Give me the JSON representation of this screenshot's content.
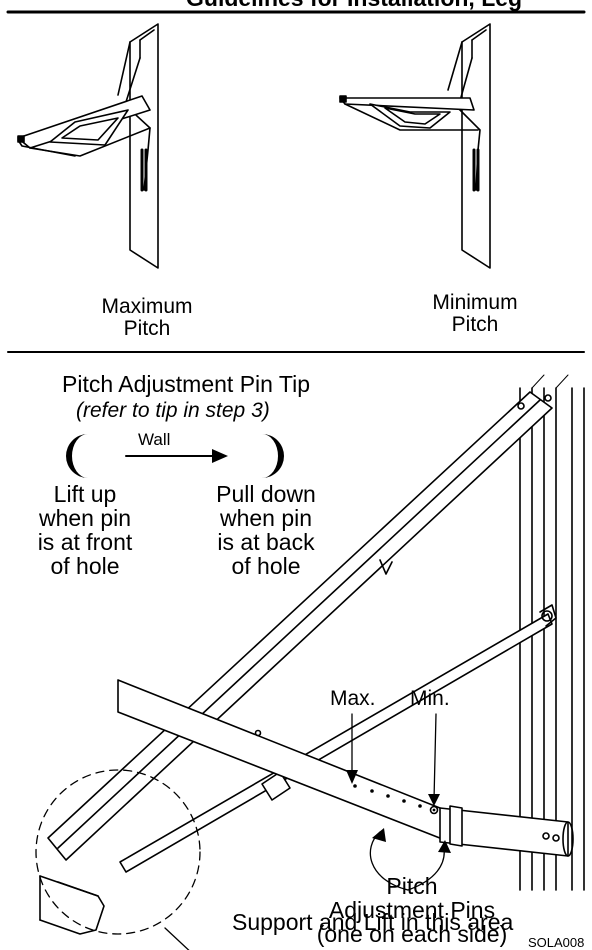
{
  "header": {
    "title": "Guidelines for Installation, Leg"
  },
  "top": {
    "max_pitch_label": [
      "Maximum",
      "Pitch"
    ],
    "min_pitch_label": [
      "Minimum",
      "Pitch"
    ]
  },
  "pin_tip": {
    "title": "Pitch Adjustment Pin Tip",
    "subtitle": "(refer to tip in step 3)",
    "wall_label": "Wall",
    "left_caption": [
      "Lift up",
      "when pin",
      "is at front",
      "of hole"
    ],
    "right_caption": [
      "Pull down",
      "when pin",
      "is at back",
      "of hole"
    ]
  },
  "arm": {
    "max_label": "Max.",
    "min_label": "Min.",
    "pins_label": [
      "Pitch",
      "Adjustment Pins",
      "(one on each side)"
    ],
    "support_label": "Support and Lift in this area"
  },
  "figure_code": "SOLA008",
  "colors": {
    "ink": "#000000",
    "paper": "#ffffff",
    "shade": "#bdbdbd"
  }
}
